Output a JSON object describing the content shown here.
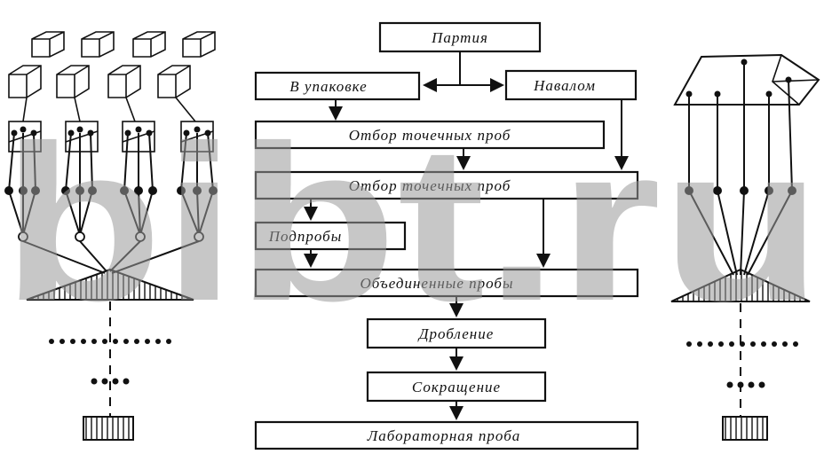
{
  "watermark": "bibt.ru",
  "flow": {
    "lot": "Партия",
    "packaged": "В упаковке",
    "bulk": "Навалом",
    "spot_samples_1": "Отбор точечных проб",
    "spot_samples_2": "Отбор точечных проб",
    "subsamples": "Подпробы",
    "combined": "Объединенные пробы",
    "crushing": "Дробление",
    "reduction": "Сокращение",
    "lab_sample": "Лабораторная проба"
  },
  "colors": {
    "ink": "#111111",
    "watermark": "#9a9a9a",
    "background": "#ffffff"
  }
}
